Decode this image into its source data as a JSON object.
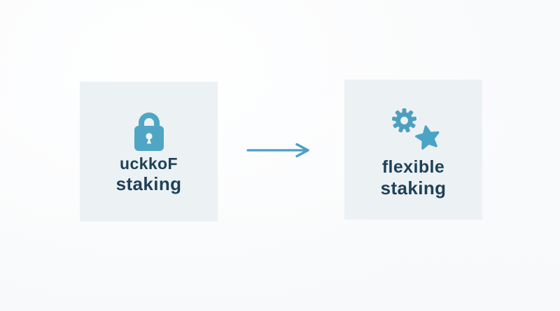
{
  "colors": {
    "page_background": "#FBFCFD",
    "card_background": "#ECF1F4",
    "accent_teal": "#4FA3C3",
    "text_navy": "#1E4158"
  },
  "cards": {
    "left": {
      "icon": "lock-icon",
      "line1": "uckkoF",
      "line2": "staking"
    },
    "right": {
      "icons": [
        "gear-icon",
        "star-icon"
      ],
      "line1": "flexible",
      "line2": "staking"
    }
  },
  "arrow": {
    "icon": "arrow-right-icon",
    "direction": "right"
  }
}
